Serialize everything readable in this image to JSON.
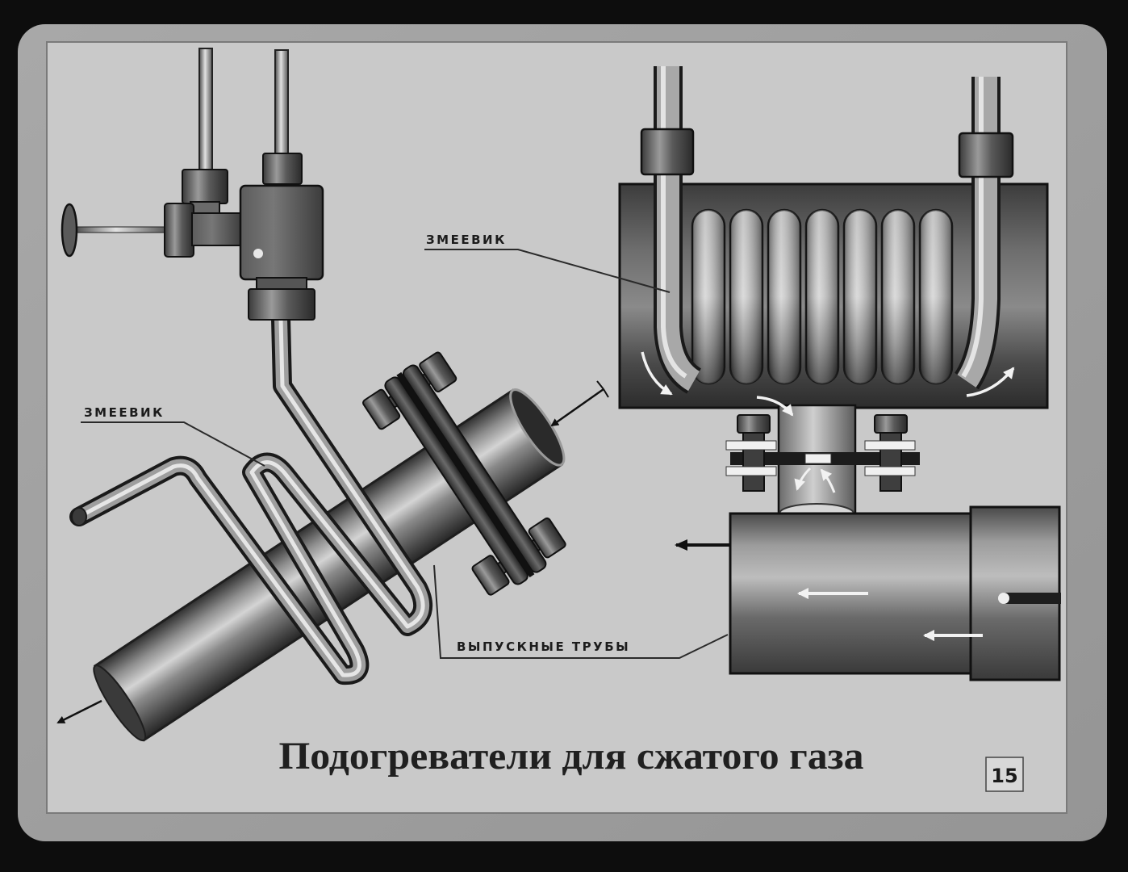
{
  "slide": {
    "title": "Подогреватели для сжатого газа",
    "number": "15"
  },
  "labels": {
    "coil_top": "ЗМЕЕВИК",
    "coil_left": "ЗМЕЕВИК",
    "exhaust_pipes": "ВЫПУСКНЫЕ ТРУБЫ"
  },
  "colors": {
    "background": "#0d0d0d",
    "frame": "#a3a3a3",
    "panel": "#c9c9c9",
    "ink": "#1e1e1e"
  }
}
